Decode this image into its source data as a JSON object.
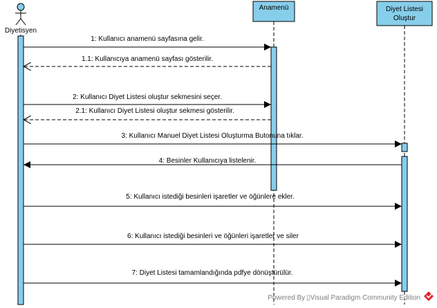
{
  "diagram": {
    "lifelines": [
      {
        "id": "actor",
        "name": "Diyetisyen",
        "kind": "actor"
      },
      {
        "id": "anamenu",
        "name": "Anamenü",
        "kind": "box"
      },
      {
        "id": "diyet",
        "name_line1": "Diyet Listesi",
        "name_line2": "Oluştur",
        "kind": "box"
      }
    ],
    "messages": [
      {
        "text": "1: Kullanıcı anamenü sayfasına gelir.",
        "from": "actor",
        "to": "anamenu",
        "style": "sync"
      },
      {
        "text": "1.1: Kullanıcıya anamenü sayfası gösterilir.",
        "from": "anamenu",
        "to": "actor",
        "style": "return"
      },
      {
        "text": "2: Kullanıcı Diyet Listesi oluştur sekmesini seçer.",
        "from": "actor",
        "to": "anamenu",
        "style": "sync"
      },
      {
        "text": "2.1: Kullanıcı Diyet Listesi oluştur sekmesi gösterilir.",
        "from": "anamenu",
        "to": "actor",
        "style": "return"
      },
      {
        "text": "3: Kullanıcı Manuel Diyet Listesi Oluşturma Butonuna tıklar.",
        "from": "actor",
        "to": "diyet",
        "style": "sync"
      },
      {
        "text": "4: Besinler Kullanıcıya listelenir.",
        "from": "diyet",
        "to": "actor",
        "style": "sync"
      },
      {
        "text": "5: Kullanıcı istediği besinleri işaretler ve öğünlere ekler.",
        "from": "actor",
        "to": "diyet",
        "style": "sync"
      },
      {
        "text": "6: Kullanıcı istediği besinleri ve öğünleri işaretler ve siler",
        "from": "actor",
        "to": "diyet",
        "style": "sync"
      },
      {
        "text": "7: Diyet Listesi tamamlandığında pdfye dönüştürülür.",
        "from": "actor",
        "to": "diyet",
        "style": "sync"
      }
    ],
    "watermark": "Powered By ▯Visual Paradigm Community Edition",
    "colors": {
      "box_fill": "#87CEEB",
      "activation_fill": "#87CEEB",
      "stroke": "#000000",
      "logo_red": "#e2232a"
    }
  }
}
